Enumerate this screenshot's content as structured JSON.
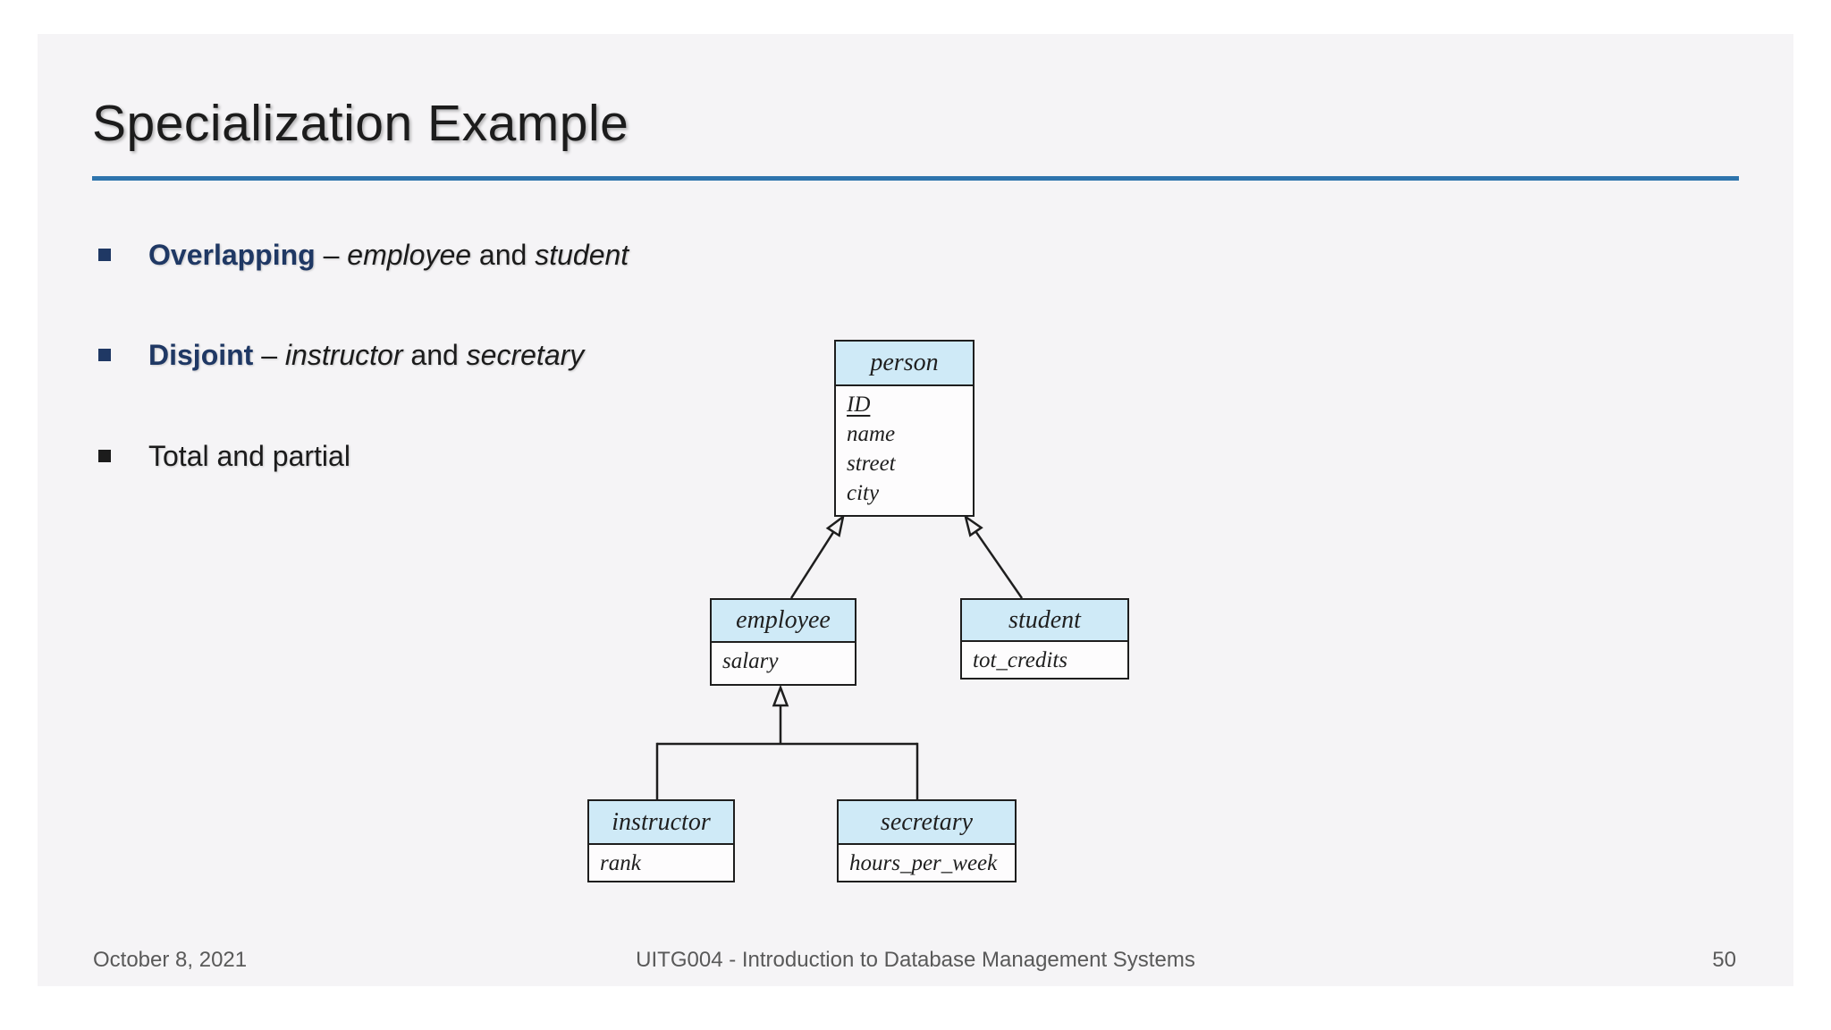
{
  "colors": {
    "slide_background": "#f5f4f6",
    "title_underline": "#2e74ad",
    "bullet_navy": "#1f3864",
    "entity_header_fill": "#cfeaf7",
    "entity_border": "#1e1e1e",
    "footer_text": "#595959"
  },
  "slide": {
    "title": "Specialization Example",
    "bullets": [
      {
        "parts": [
          "Overlapping",
          " – ",
          "employee",
          " and ",
          "student"
        ]
      },
      {
        "parts": [
          "Disjoint",
          " – ",
          "instructor",
          " and ",
          "secretary"
        ]
      },
      {
        "parts": [
          "Total and partial"
        ]
      }
    ]
  },
  "diagram": {
    "entities": [
      {
        "name": "person",
        "attributes": [
          "ID",
          "name",
          "street",
          "city"
        ]
      },
      {
        "name": "employee",
        "attributes": [
          "salary"
        ]
      },
      {
        "name": "student",
        "attributes": [
          "tot_credits"
        ]
      },
      {
        "name": "instructor",
        "attributes": [
          "rank"
        ]
      },
      {
        "name": "secretary",
        "attributes": [
          "hours_per_week"
        ]
      }
    ],
    "connections": [
      {
        "from": "employee",
        "to": "person",
        "type": "isa-generalization"
      },
      {
        "from": "student",
        "to": "person",
        "type": "isa-generalization"
      },
      {
        "from": "instructor",
        "to": "employee",
        "type": "isa-generalization"
      },
      {
        "from": "secretary",
        "to": "employee",
        "type": "isa-generalization"
      }
    ]
  },
  "footer": {
    "date": "October 8, 2021",
    "course": "UITG004 - Introduction to Database Management Systems",
    "page_number": "50"
  }
}
